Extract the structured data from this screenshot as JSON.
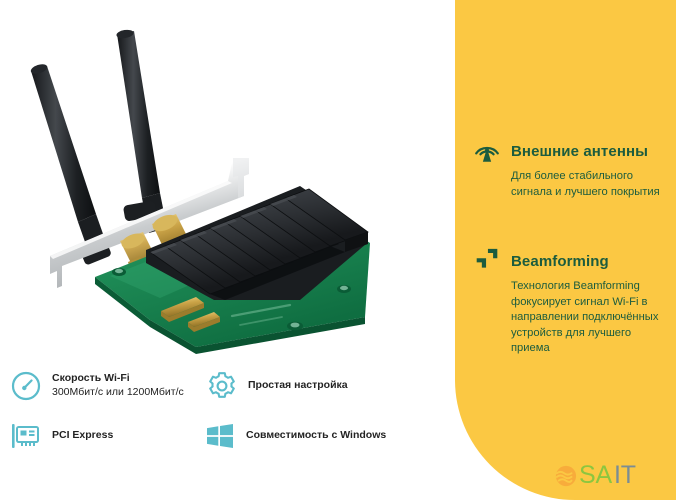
{
  "colors": {
    "panel_yellow": "#fbc843",
    "heading_green": "#1c5c3e",
    "icon_teal": "#5bbccb",
    "spec_text": "#232323",
    "logo_green": "#8cc63f",
    "logo_gray": "#7b8d94",
    "logo_orange": "#f5a623"
  },
  "product": {
    "name": "pcie-wifi-adapter-card",
    "parts": {
      "antenna": "antenna",
      "heatsink": "heatsink",
      "pcb": "pcb",
      "bracket": "bracket",
      "connector": "pcie-connector"
    }
  },
  "panel": {
    "features": [
      {
        "icon": "antenna-signal-icon",
        "title": "Внешние антенны",
        "body": "Для более стабильного сигнала и лучшего покрытия"
      },
      {
        "icon": "beamforming-arrows-icon",
        "title": "Beamforming",
        "body": "Технология Beamforming фокусирует сигнал Wi-Fi в направлении подключённых устройств для лучшего приема"
      }
    ]
  },
  "logo": {
    "mark": "wave-circle-icon",
    "part1": "SA",
    "part2": "IT"
  },
  "specs": [
    {
      "icon": "speedometer-icon",
      "title": "Скорость Wi-Fi",
      "sub": "300Мбит/с или 1200Мбит/с"
    },
    {
      "icon": "gear-icon",
      "title": "Простая настройка",
      "sub": ""
    },
    {
      "icon": "expansion-card-icon",
      "title": "PCI Express",
      "sub": ""
    },
    {
      "icon": "windows-logo-icon",
      "title": "Совместимость с Windows",
      "sub": ""
    }
  ]
}
